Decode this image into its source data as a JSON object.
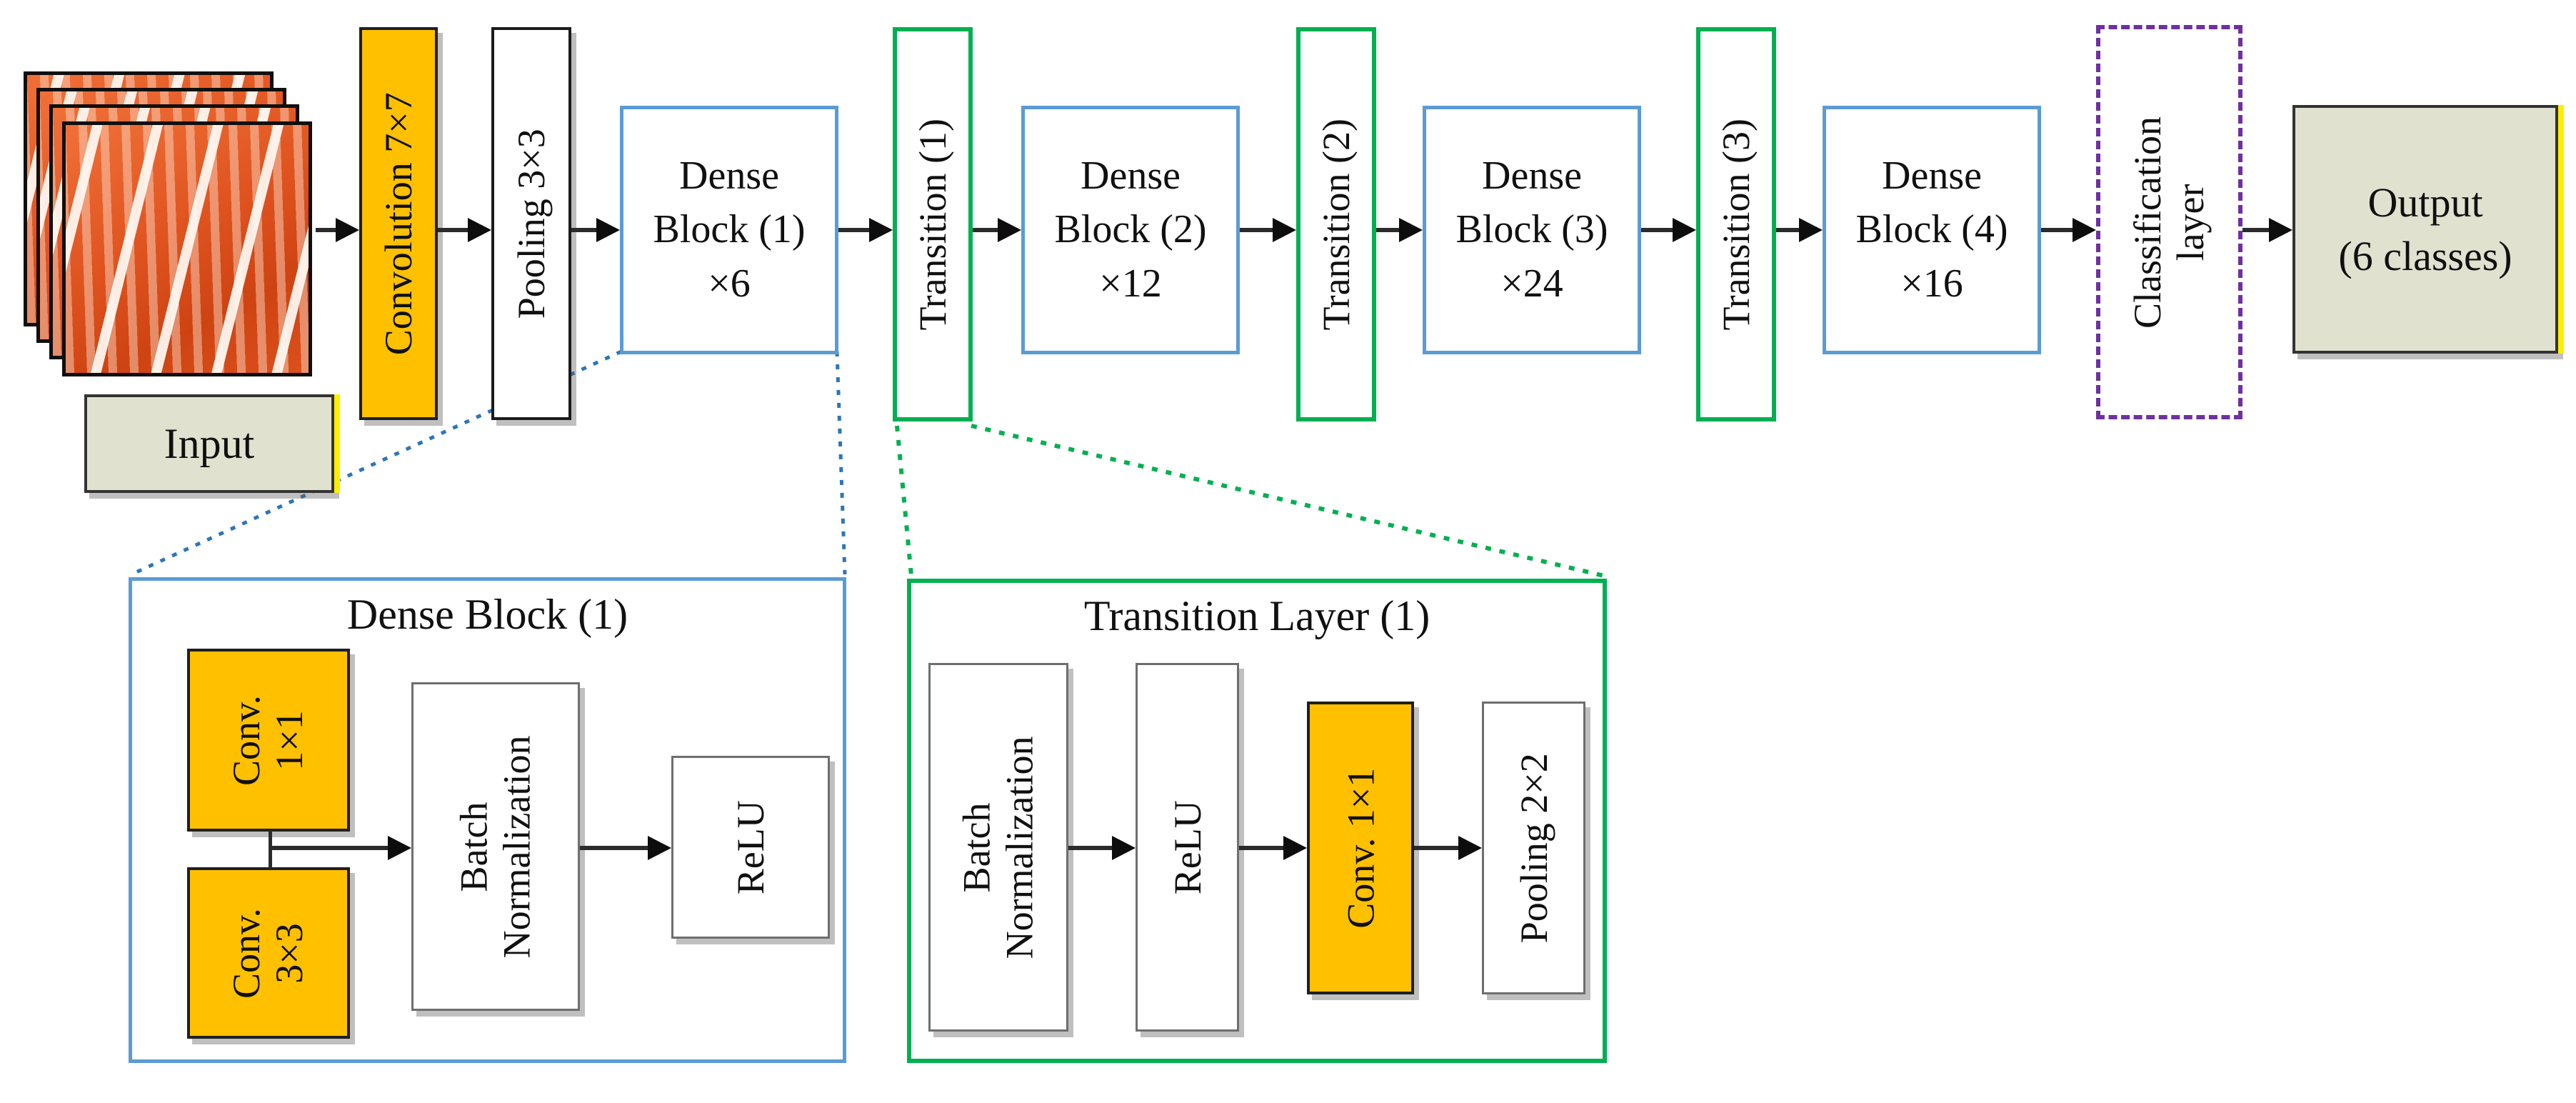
{
  "main": {
    "input_label": "Input",
    "conv_label": "Convolution 7×7",
    "pool_label": "Pooling 3×3",
    "dense_blocks": [
      {
        "line1": "Dense",
        "line2": "Block (1)",
        "line3": "×6"
      },
      {
        "line1": "Dense",
        "line2": "Block (2)",
        "line3": "×12"
      },
      {
        "line1": "Dense",
        "line2": "Block (3)",
        "line3": "×24"
      },
      {
        "line1": "Dense",
        "line2": "Block (4)",
        "line3": "×16"
      }
    ],
    "transitions": [
      "Transition (1)",
      "Transition (2)",
      "Transition (3)"
    ],
    "classification": {
      "line1": "Classification",
      "line2": "layer"
    },
    "output": {
      "line1": "Output",
      "line2": "(6 classes)"
    }
  },
  "dense_detail": {
    "title": "Dense Block (1)",
    "conv1": {
      "l1": "Conv.",
      "l2": "1×1"
    },
    "conv2": {
      "l1": "Conv.",
      "l2": "3×3"
    },
    "batch_norm": {
      "l1": "Batch",
      "l2": "Normalization"
    },
    "relu": "ReLU"
  },
  "transition_detail": {
    "title": "Transition Layer (1)",
    "batch_norm": {
      "l1": "Batch",
      "l2": "Normalization"
    },
    "relu": "ReLU",
    "conv": "Conv. 1×1",
    "pool": "Pooling 2×2"
  },
  "colors": {
    "conv_fill_orange": "#FFC000",
    "dense_border_blue": "#5B9BD5",
    "transition_border_green": "#00B050",
    "classification_border_purple": "#7030A0",
    "io_fill_olive": "#E0E2CF",
    "connector_dotted_blue": "#2E75B6",
    "connector_dotted_green": "#00B050",
    "arrow_color": "#1a1a1a",
    "edge_highlight_yellow": "#FFEE00",
    "input_image_orange": "#E05420"
  }
}
